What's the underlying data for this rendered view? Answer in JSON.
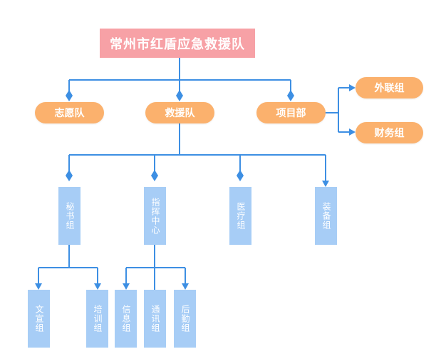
{
  "root": "常州市红盾应急救援队",
  "level1": {
    "volunteer": "志愿队",
    "rescue": "救援队",
    "project": "项目部"
  },
  "project_children": {
    "liaison": "外联组",
    "finance": "财务组"
  },
  "rescue_children": {
    "secretary": "秘书组",
    "command": "指挥中心",
    "medical": "医疗组",
    "equipment": "装备组"
  },
  "secretary_children": {
    "publicity": "文宣组",
    "training": "培训组"
  },
  "command_children": {
    "info": "信息组",
    "comm": "通讯组",
    "logistics": "后勤组"
  },
  "colors": {
    "root": "#f7a1a6",
    "level1": "#fbb16d",
    "leaf": "#a7cdf6",
    "connector": "#3d8fe3"
  }
}
